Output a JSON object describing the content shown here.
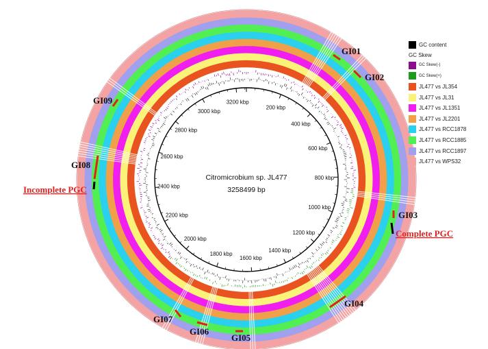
{
  "genome": {
    "name": "Citromicrobium sp. JL477",
    "length": "3258499 bp"
  },
  "scale_labels": [
    "200 kbp",
    "400 kbp",
    "600 kbp",
    "800 kbp",
    "1000 kbp",
    "1200 kbp",
    "1400 kbp",
    "1600 kbp",
    "1800 kbp",
    "2000 kbp",
    "2200 kbp",
    "2400 kbp",
    "2600 kbp",
    "2800 kbp",
    "3000 kbp",
    "3200 kbp"
  ],
  "legend": {
    "gc_content": {
      "label": "GC content",
      "color": "#000000"
    },
    "gc_skew_title": "GC Skew",
    "gc_skew_neg": {
      "label": "GC Skew(-)",
      "color": "#8b0f8c"
    },
    "gc_skew_pos": {
      "label": "GC Skew(+)",
      "color": "#1f9a1f"
    },
    "rings": [
      {
        "label": "JL477 vs JL354",
        "color": "#e8531f"
      },
      {
        "label": "JL477 vs JL31",
        "color": "#fbf27a"
      },
      {
        "label": "JL477 vs JL1351",
        "color": "#f01ff0"
      },
      {
        "label": "JL477 vs JL2201",
        "color": "#f0a048"
      },
      {
        "label": "JL477 vs RCC1878",
        "color": "#2ad0ee"
      },
      {
        "label": "JL477 vs RCC1885",
        "color": "#52ef52"
      },
      {
        "label": "JL477 vs RCC1897",
        "color": "#a0a0ef"
      },
      {
        "label": "JL477 vs WPS32",
        "color": "#f3a3a3"
      }
    ]
  },
  "islands": [
    "GI01",
    "GI02",
    "GI03",
    "GI04",
    "GI05",
    "GI06",
    "GI07",
    "GI08",
    "GI09"
  ],
  "pgc": {
    "complete": "Complete PGC",
    "incomplete": "Incomplete PGC"
  },
  "colors": {
    "island_mark": "#e02020",
    "pgc_text": "#e02020",
    "pgc_mark": "#000000"
  }
}
